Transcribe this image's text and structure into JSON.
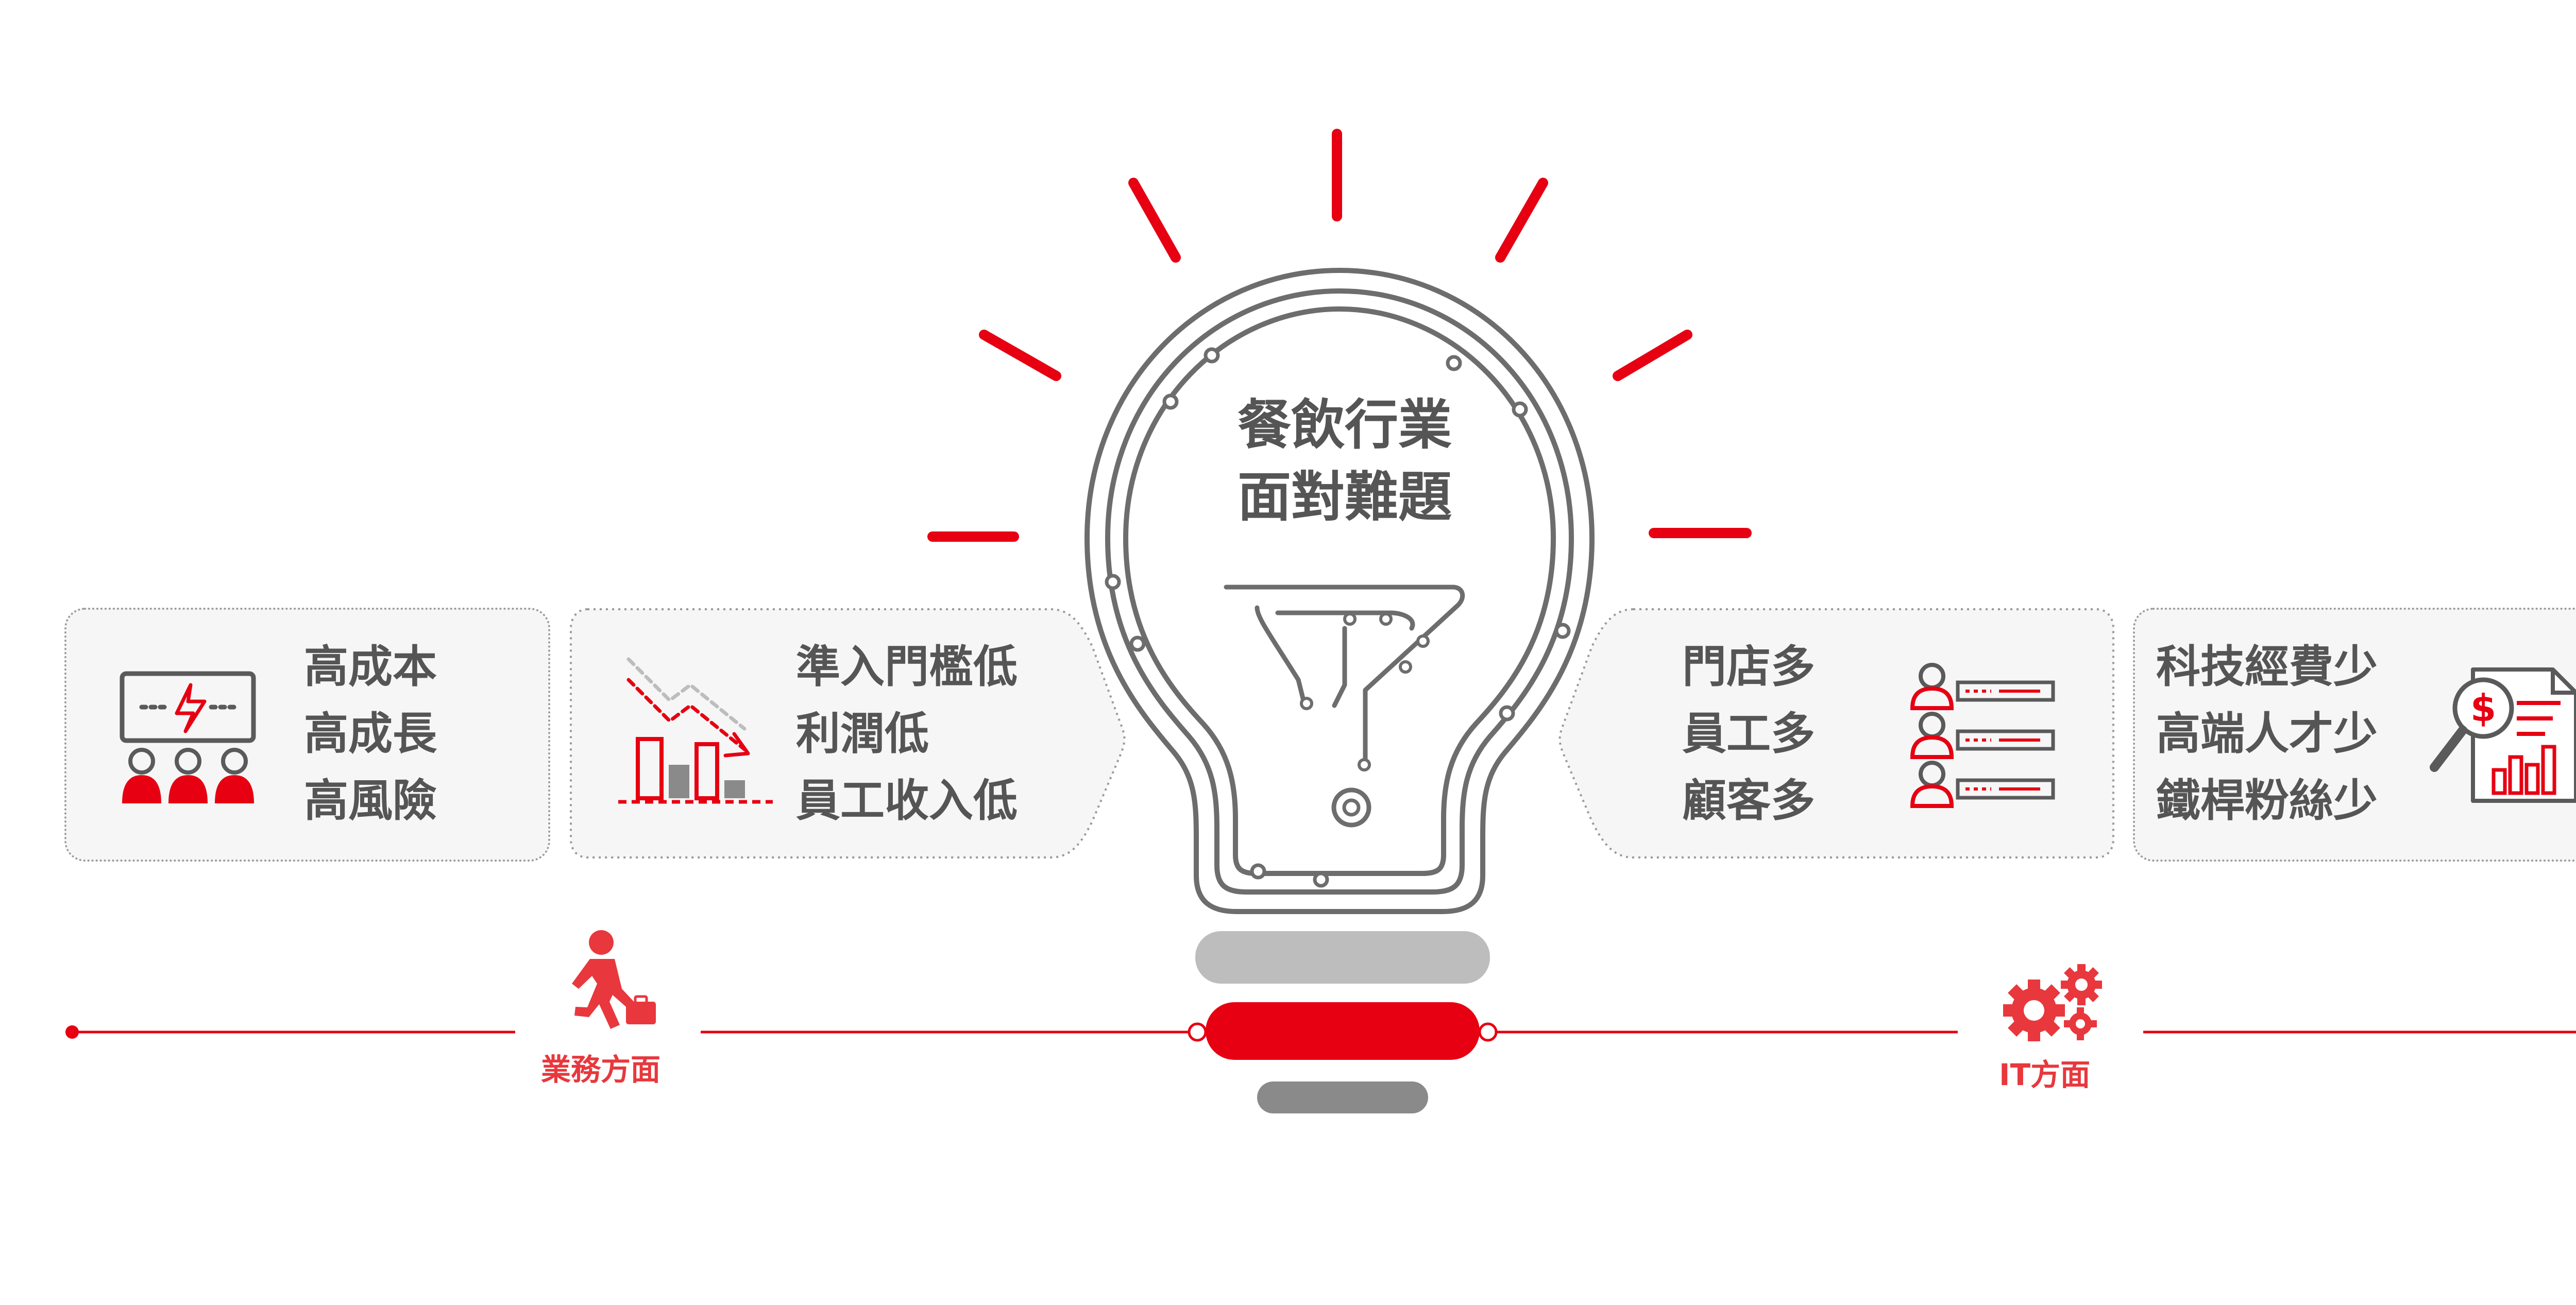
{
  "colors": {
    "accent_red": "#e60012",
    "text_gray": "#555555",
    "card_bg": "#f6f6f6",
    "card_border": "#9a9a9a",
    "bulb_outline": "#6d6d6d"
  },
  "center": {
    "title_line1": "餐飲行業",
    "title_line2": "面對難題"
  },
  "timeline": {
    "left_label": "業務方面",
    "right_label": "IT方面"
  },
  "cards": [
    {
      "lines": [
        "高成本",
        "高成長",
        "高風險"
      ],
      "icon": "people-alert-icon"
    },
    {
      "lines": [
        "準入門檻低",
        "利潤低",
        "員工收入低"
      ],
      "icon": "declining-bar-chart-icon"
    },
    {
      "lines": [
        "門店多",
        "員工多",
        "顧客多"
      ],
      "icon": "people-list-icon"
    },
    {
      "lines": [
        "科技經費少",
        "高端人才少",
        "鐵桿粉絲少"
      ],
      "icon": "financial-report-magnifier-icon"
    }
  ],
  "icons": {
    "left_axis": "running-businessman-icon",
    "right_axis": "gears-icon",
    "center": "lightbulb-icon"
  }
}
